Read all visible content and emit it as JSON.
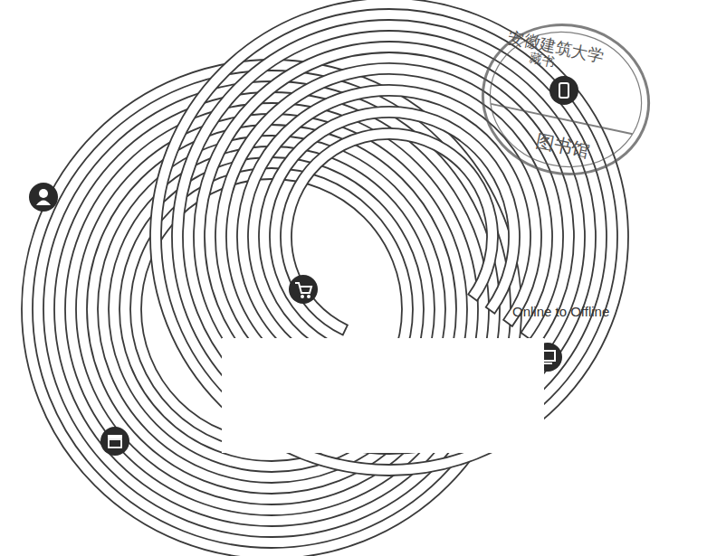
{
  "diagram": {
    "labels": [
      "Online to Offline",
      "安徽建筑大学",
      "藏书",
      "图书馆"
    ]
  }
}
